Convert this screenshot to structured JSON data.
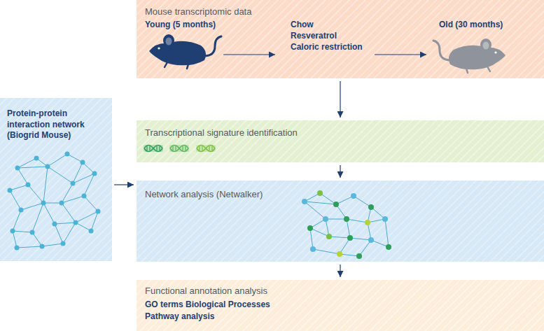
{
  "diagram": {
    "nodes": [
      {
        "text": [
          "Mouse transcriptomic data",
          "Young (5 months)",
          "Chow",
          "Resveratrol",
          "Caloric restriction",
          "Old (30 months)"
        ]
      },
      {
        "text": [
          "Protein-protein interaction network (Biogrid Mouse)"
        ]
      },
      {
        "text": [
          "Transcriptional signature identification"
        ]
      },
      {
        "text": [
          "Network analysis (Netwalker)"
        ]
      },
      {
        "text": [
          "Functional annotation analysis",
          "GO terms Biological Processes",
          "Pathway analysis"
        ]
      }
    ],
    "edges": [
      {
        "from": 0,
        "to": 2,
        "arrow": "to"
      },
      {
        "from": 2,
        "to": 3,
        "arrow": "to"
      },
      {
        "from": 3,
        "to": 4,
        "arrow": "to"
      },
      {
        "from": 1,
        "to": 3,
        "arrow": "to"
      }
    ]
  }
}
